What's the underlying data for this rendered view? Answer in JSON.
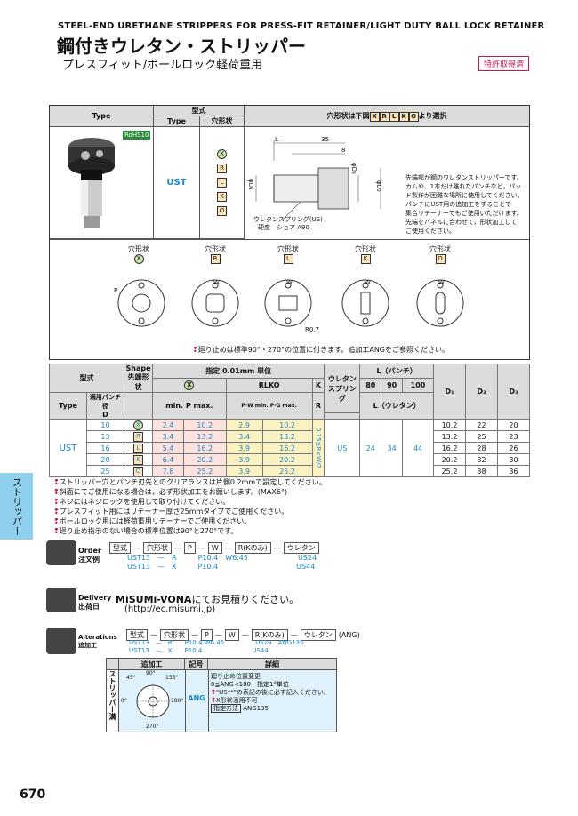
{
  "header": {
    "en_title": "STEEL-END URETHANE STRIPPERS FOR PRESS-FIT RETAINER/LIGHT DUTY BALL LOCK RETAINER",
    "jp_title": "鋼付きウレタン・ストリッパー",
    "jp_subtitle": "プレスフィット/ボールロック軽荷重用",
    "patent": "特許取得済"
  },
  "top": {
    "type_label": "Type",
    "model_label": "型式",
    "type_col": "Type",
    "shape_col": "穴形状",
    "shape_instr": "穴形状は下図",
    "shape_instr2": "より選択",
    "type_value": "UST",
    "rohs": "RoHS10",
    "shapes": [
      "X",
      "R",
      "L",
      "K",
      "O"
    ],
    "dim_L": "L",
    "dim_35": "35",
    "dim_8": "8",
    "dim_D1": "φD₁",
    "dim_D2": "φD₂",
    "dim_D3": "φD₃",
    "spring_label": "ウレタンスプリング(US)",
    "hardness": "硬度　ショア A90",
    "desc": [
      "先端部が鋼のウレタンストリッパーです。",
      "カムや、1本だけ離れたパンチなど，パッド製作が困難な場所に使用してください。",
      "パンチにUST用の追加工をすることで",
      "集合リテーナーでもご使用いただけます。",
      "先端をパネルに合わせて，形状加工して",
      "ご使用ください。"
    ],
    "shape_label": "穴形状",
    "note_rotation": "廻り止めは標準90°・270°の位置に付きます。追加工ANGをご参照ください。",
    "lbl_P": "P",
    "lbl_W": "W",
    "lbl_G": "G",
    "lbl_R07": "R0.7"
  },
  "spec": {
    "model": "型式",
    "type": "Type",
    "punch_dia": "適用パンチ径",
    "punch_D": "D",
    "shape_en": "Shape",
    "shape_jp": "先端形状",
    "unit": "指定 0.01mm 単位",
    "x_head": "X",
    "rlko_head": "RLKO",
    "k_head": "K",
    "minP": "min. P max.",
    "pw": "P·W min. P·G max.",
    "r": "R",
    "spring": "ウレタンスプリング",
    "Lpunch": "L（パンチ）",
    "Lure": "L（ウレタン）",
    "l80": "80",
    "l90": "90",
    "l100": "100",
    "d1": "D₁",
    "d2": "D₂",
    "d3": "D₃",
    "ust": "UST",
    "us": "US",
    "r_cond": "0.15≦R<W/2",
    "L_vals": [
      "24",
      "34",
      "44"
    ],
    "rows": [
      [
        "10",
        "X",
        "2.4",
        "10.2",
        "2.9",
        "10.2",
        "10.2",
        "22",
        "20"
      ],
      [
        "13",
        "R",
        "3.4",
        "13.2",
        "3.4",
        "13.2",
        "13.2",
        "25",
        "23"
      ],
      [
        "16",
        "L",
        "5.4",
        "16.2",
        "3.9",
        "16.2",
        "16.2",
        "28",
        "26"
      ],
      [
        "20",
        "K",
        "6.4",
        "20.2",
        "3.9",
        "20.2",
        "20.2",
        "32",
        "30"
      ],
      [
        "25",
        "O",
        "7.8",
        "25.2",
        "3.9",
        "25.2",
        "25.2",
        "38",
        "36"
      ]
    ]
  },
  "notes": [
    "ストリッパー穴とパンチ刃先とのクリアランスは片側0.2mmで設定してください。",
    "斜面にてご使用になる場合は，必ず形状加工をお願いします。(MAX6°)",
    "ネジにはネジロックを使用して取り付けてください。",
    "プレスフィット用にはリテーナー厚さ25mmタイプでご使用ください。",
    "ボールロック用には軽荷重用リテーナーでご使用ください。",
    "廻り止め指示のない場合の標準位置は90°と270°です。"
  ],
  "order": {
    "label_en": "Order",
    "label_jp": "注文例",
    "h_model": "型式",
    "h_shape": "穴形状",
    "h_P": "P",
    "h_W": "W",
    "h_R": "R(Kのみ)",
    "h_spring": "ウレタン",
    "r1": [
      "UST13",
      "R",
      "P10.4",
      "W6.45",
      "US24"
    ],
    "r2": [
      "UST13",
      "X",
      "P10.4",
      "",
      "US44"
    ],
    "dash": "—"
  },
  "delivery": {
    "label_en": "Delivery",
    "label_jp": "出荷日",
    "brand": "MiSUMi-VONA",
    "text": "にてお見積りください。",
    "url": "(http://ec.misumi.jp)"
  },
  "alter": {
    "label_en": "Alterations",
    "label_jp": "追加工",
    "h_model": "型式",
    "h_shape": "穴形状",
    "h_P": "P",
    "h_W": "W",
    "h_R": "R(Kのみ)",
    "h_spring": "ウレタン",
    "h_ang": "(ANG)",
    "r1": [
      "UST13",
      "R",
      "P10.4",
      "W6.45",
      "US24",
      "ANG135"
    ],
    "r2": [
      "UST13",
      "X",
      "P10.4",
      "",
      "US44",
      ""
    ],
    "col_alt": "追加工",
    "col_code": "記号",
    "col_detail": "詳細",
    "side": "ストリッパー溝",
    "code": "ANG",
    "d1": "廻り止め位置変更",
    "d2": "0≦ANG<180　指定1°単位",
    "d3": "\"US**\"の表記の後に必ず記入ください。",
    "d4": "X形状適用不可",
    "d5": "指定方法",
    "d6": "ANG135",
    "a45": "45°",
    "a90": "90°",
    "a135": "135°",
    "a0": "0°",
    "a180": "180°",
    "a270": "270°"
  },
  "side_tab": "ストリッパー",
  "page": "670"
}
